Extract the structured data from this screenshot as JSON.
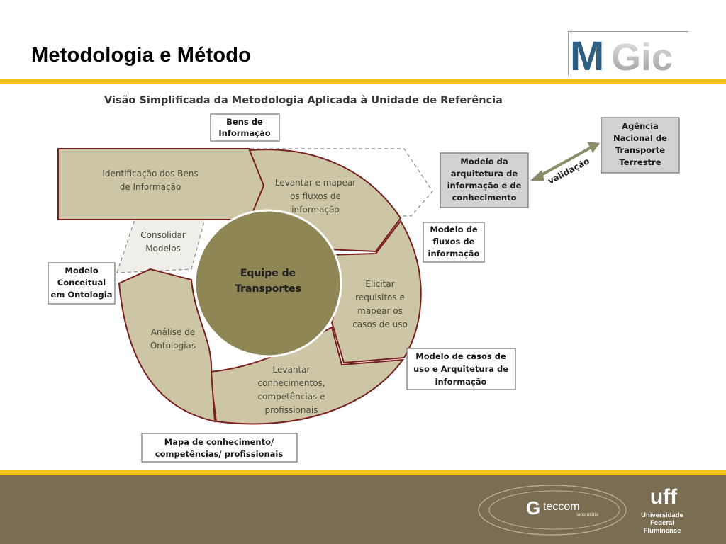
{
  "slide": {
    "title": "Metodologia e Método"
  },
  "logo": {
    "text_m": "M",
    "text_gic": "Gic"
  },
  "diagram": {
    "heading": "Visão Simplificada da Metodologia Aplicada  à Unidade de Referência",
    "center": [
      "Equipe de",
      "Transportes"
    ],
    "segments": {
      "identificacao": [
        "Identificação dos Bens",
        "de Informação"
      ],
      "levantar_fluxos": [
        "Levantar e mapear",
        "os fluxos de",
        "informação"
      ],
      "elicitar": [
        "Elicitar",
        "requisitos e",
        "mapear os",
        "casos de uso"
      ],
      "levantar_conhecimentos": [
        "Levantar",
        "conhecimentos,",
        "competências e",
        "profissionais"
      ],
      "analise": [
        "Análise de",
        "Ontologias"
      ],
      "consolidar": [
        "Consolidar",
        "Modelos"
      ]
    },
    "outputs": {
      "bens": [
        "Bens de",
        "Informação"
      ],
      "modelo_arquitetura": [
        "Modelo da",
        "arquitetura de",
        "informação e de",
        "conhecimento"
      ],
      "agencia": [
        "Agência",
        "Nacional  de",
        "Transporte",
        "Terrestre"
      ],
      "modelo_fluxos": [
        "Modelo de",
        "fluxos de",
        "informação"
      ],
      "modelo_casos": [
        "Modelo de casos de",
        "uso e Arquitetura de",
        "informação"
      ],
      "modelo_conceitual": [
        "Modelo",
        "Conceitual",
        "em Ontologia"
      ],
      "mapa": [
        "Mapa de conhecimento/",
        "competências/ profissionais"
      ]
    },
    "validation_label": "validação"
  },
  "footer": {
    "lab_name": "teccom",
    "lab_initial": "G",
    "lab_subtitle": "laboratório",
    "uni_mark": "uff",
    "uni_name": [
      "Universidade",
      "Federal",
      "Fluminense"
    ]
  },
  "colors": {
    "accent_rule": "#f0c419",
    "footer_bg": "#7a6e52",
    "segment_fill": "#cdc6a6",
    "center_fill": "#8e8655",
    "segment_border": "#7a1f1f",
    "output_box_fill": "#d2d2d2"
  }
}
